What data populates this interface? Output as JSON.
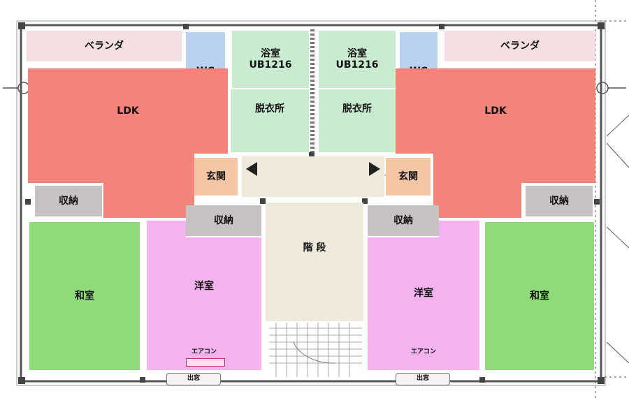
{
  "rooms": {
    "veranda_left": "ベランダ",
    "veranda_right": "ベランダ",
    "wc_left": "WC",
    "wc_right": "WC",
    "bath_left": "浴室\nUB1216",
    "bath_right": "浴室\nUB1216",
    "dressing_left": "脱衣所",
    "dressing_right": "脱衣所",
    "ldk_left": "LDK",
    "ldk_right": "LDK",
    "entrance_left": "玄関",
    "entrance_right": "玄関",
    "storage_left_1": "収納",
    "storage_left_2": "収納",
    "storage_right_1": "収納",
    "storage_right_2": "収納",
    "stairs": "階 段",
    "japanese_left": "和室",
    "japanese_right": "和室",
    "western_left": "洋室",
    "western_right": "洋室"
  },
  "annotations": {
    "aircon_left": "エアコン",
    "aircon_right": "エアコン",
    "bay_window_left": "出窓",
    "bay_window_right": "出窓"
  },
  "colors": {
    "ldk": "#f4837a",
    "washitsu": "#8fdb7a",
    "youshitsu": "#f4b2ee",
    "storage": "#c9c2c2",
    "veranda": "#f5dfe3",
    "wc": "#b8d2ef",
    "bath": "#c9ecd1",
    "entrance": "#f5c6a4"
  }
}
